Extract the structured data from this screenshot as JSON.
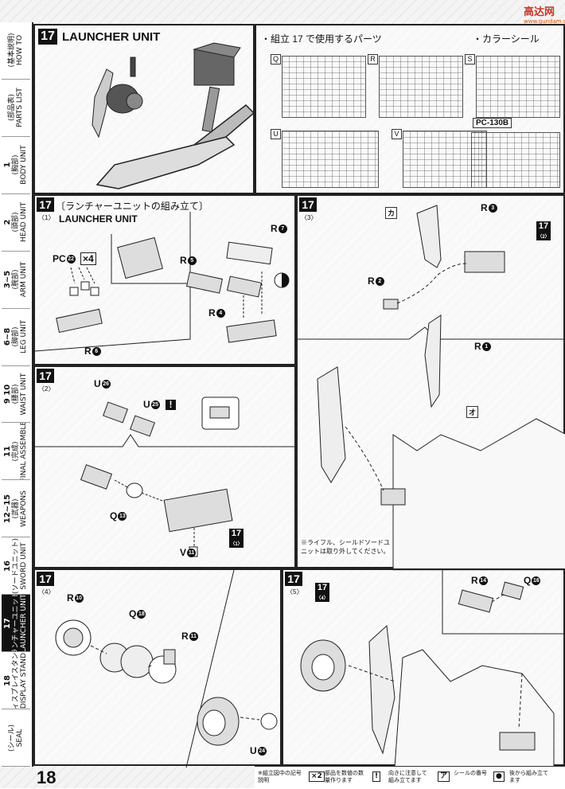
{
  "watermark": {
    "top": "高达网",
    "bottom": "www.gundam.cn"
  },
  "header": {
    "step": "17",
    "title": "LAUNCHER UNIT"
  },
  "parts_used": {
    "heading": "・組立 17 で使用するパーツ",
    "seal_heading": "・カラーシール",
    "runners": [
      "Q",
      "R",
      "S",
      "U",
      "V"
    ],
    "seal_code": "PC-130B"
  },
  "sidebar": {
    "tabs": [
      {
        "jp": "(基本説明)",
        "en": "HOW TO"
      },
      {
        "jp": "(部品表)",
        "en": "PARTS LIST"
      },
      {
        "num": "1",
        "jp": "(胸部)",
        "en": "BODY UNIT"
      },
      {
        "num": "2",
        "jp": "(頭部)",
        "en": "HEAD UNIT"
      },
      {
        "num": "3~5",
        "jp": "(腕部)",
        "en": "ARM UNIT"
      },
      {
        "num": "6~8",
        "jp": "(脚部)",
        "en": "LEG UNIT"
      },
      {
        "num": "9 10",
        "jp": "(腰部)",
        "en": "WAIST UNIT"
      },
      {
        "num": "11",
        "jp": "(完成)",
        "en": "FINAL ASSEMBLE"
      },
      {
        "num": "12~15",
        "jp": "(武器)",
        "en": "WEAPONS"
      },
      {
        "num": "16",
        "jp": "(ソードユニット)",
        "en": "SWORD UNIT"
      },
      {
        "num": "17",
        "jp": "(ランチャーユニット)",
        "en": "LAUNCHER UNIT"
      },
      {
        "num": "18",
        "jp": "(ディスプレイスタンド)",
        "en": "DISPLAY STAND"
      },
      {
        "jp": "(シール)",
        "en": "SEAL"
      }
    ]
  },
  "page_number": "18",
  "panel1": {
    "step": "17",
    "sub": "〈1〉",
    "title": "〔ランチャーユニットの組み立て〕",
    "title_en": "LAUNCHER UNIT",
    "labels": {
      "pc": "PC",
      "pc_num": "22",
      "qty": "×4",
      "r6": "R",
      "r6n": "6",
      "r5": "R",
      "r5n": "5",
      "r7": "R",
      "r7n": "7",
      "r4": "R",
      "r4n": "4"
    }
  },
  "panel2": {
    "step": "17",
    "sub": "〈2〉",
    "labels": {
      "u26": "U",
      "u26n": "26",
      "u25": "U",
      "u25n": "25",
      "q13": "Q",
      "q13n": "13",
      "v11": "V",
      "v11n": "11",
      "ref": "17",
      "ref_sub": "〈1〉"
    }
  },
  "panel3": {
    "step": "17",
    "sub": "〈3〉",
    "labels": {
      "r3": "R",
      "r3n": "3",
      "r2": "R",
      "r2n": "2",
      "r1": "R",
      "r1n": "1",
      "seal_ka": "カ",
      "seal_o": "オ",
      "ref": "17",
      "ref_sub": "〈2〉"
    },
    "note": "※ライフル、シールドソードユニットは取り外してください。"
  },
  "panel4": {
    "step": "17",
    "sub": "〈4〉",
    "labels": {
      "r10": "R",
      "r10n": "10",
      "q18": "Q",
      "q18n": "18",
      "r11": "R",
      "r11n": "11",
      "u24": "U",
      "u24n": "24"
    }
  },
  "panel5": {
    "step": "17",
    "sub": "〈5〉",
    "labels": {
      "ref": "17",
      "ref_sub": "〈4〉",
      "r14": "R",
      "r14n": "14",
      "q16": "Q",
      "q16n": "16"
    }
  },
  "footer": {
    "legend_title": "※組立図中の記号説明",
    "items": [
      {
        "icon": "×2",
        "text": "部品を数値の数量作ります"
      },
      {
        "icon": "!",
        "text": "向きに注意して組み立てます"
      },
      {
        "icon": "ア",
        "text": "シールの番号"
      },
      {
        "icon": "●",
        "text": "後から組み立てます"
      }
    ]
  }
}
